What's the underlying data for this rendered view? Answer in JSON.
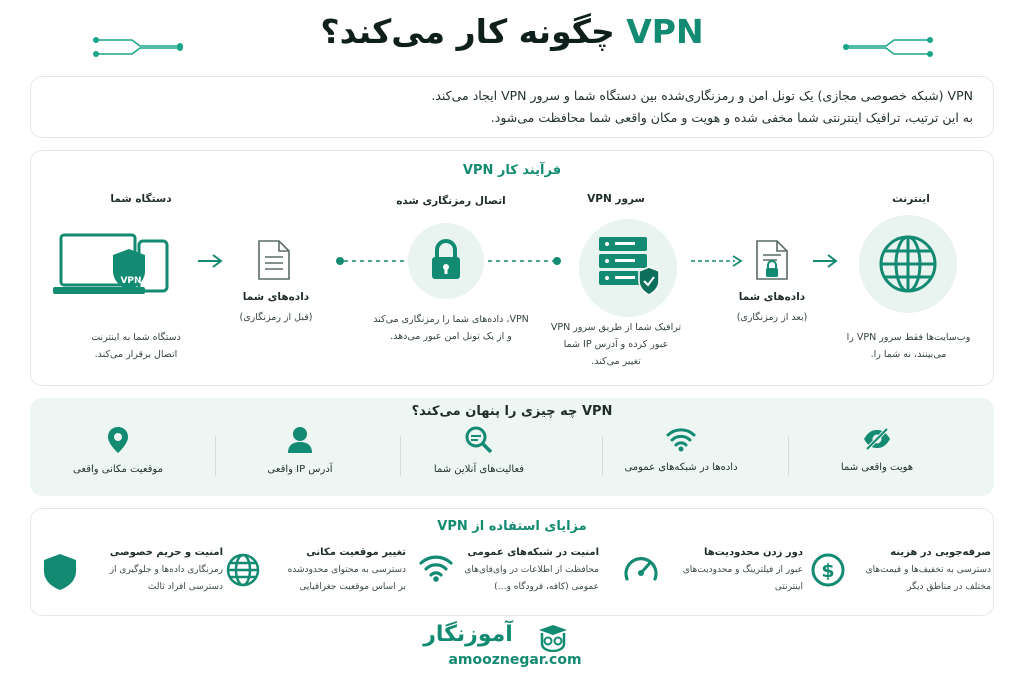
{
  "title": {
    "text_before": "چگونه کار می‌کند؟",
    "vpn": "VPN"
  },
  "intro": {
    "line1": "VPN (شبکه خصوصی مجازی) یک تونل امن و رمزنگاری‌شده بین دستگاه شما و سرور VPN ایجاد می‌کند.",
    "line2": "به این ترتیب، ترافیک اینترنتی شما مخفی شده و هویت و مکان واقعی شما محافظت می‌شود."
  },
  "process": {
    "title": "فرآیند کار VPN",
    "device": {
      "label": "دستگاه شما",
      "badge": "VPN",
      "desc1": "دستگاه شما به اینترنت",
      "desc2": "اتصال برقرار می‌کند."
    },
    "data_before": {
      "label": "داده‌های شما",
      "sub": "(قبل از رمزنگاری)"
    },
    "tunnel": {
      "label": "اتصال رمزنگاری شده",
      "desc1": "VPN، داده‌های شما را رمزنگاری می‌کند",
      "desc2": "و از یک تونل امن عبور می‌دهد."
    },
    "server": {
      "label": "سرور VPN",
      "desc1": "ترافیک شما از طریق سرور VPN",
      "desc2": "عبور کرده و آدرس IP شما",
      "desc3": "تغییر می‌کند."
    },
    "data_after": {
      "label": "داده‌های شما",
      "sub": "(بعد از رمزنگاری)"
    },
    "internet": {
      "label": "اینترنت",
      "desc1": "وب‌سایت‌ها فقط سرور VPN را",
      "desc2": "می‌بینند، نه شما را."
    }
  },
  "hides": {
    "title": "VPN چه چیزی را پنهان می‌کند؟",
    "items": [
      {
        "icon": "location-pin-icon",
        "label": "موقعیت مکانی واقعی"
      },
      {
        "icon": "user-icon",
        "label": "آدرس IP واقعی"
      },
      {
        "icon": "search-activity-icon",
        "label": "فعالیت‌های آنلاین شما"
      },
      {
        "icon": "wifi-icon",
        "label": "داده‌ها در شبکه‌های عمومی"
      },
      {
        "icon": "eye-off-icon",
        "label": "هویت واقعی شما"
      }
    ]
  },
  "benefits": {
    "title": "مزایای استفاده از VPN",
    "items": [
      {
        "icon": "shield-icon",
        "title": "امنیت و حریم خصوصی",
        "d1": "رمزنگاری داده‌ها و جلوگیری از",
        "d2": "دسترسی افراد ثالث"
      },
      {
        "icon": "globe-icon",
        "title": "تغییر موقعیت مکانی",
        "d1": "دسترسی به محتوای محدودشده",
        "d2": "بر اساس موقعیت جغرافیایی"
      },
      {
        "icon": "wifi-icon",
        "title": "امنیت در شبکه‌های عمومی",
        "d1": "محافظت از اطلاعات در وای‌فای‌های",
        "d2": "عمومی (کافه، فرودگاه و…)"
      },
      {
        "icon": "speedometer-icon",
        "title": "دور زدن محدودیت‌ها",
        "d1": "عبور از فیلترینگ و محدودیت‌های",
        "d2": "اینترنتی"
      },
      {
        "icon": "dollar-icon",
        "title": "صرفه‌جویی در هزینه",
        "d1": "دسترسی به تخفیف‌ها و قیمت‌های",
        "d2": "مختلف در مناطق دیگر"
      }
    ]
  },
  "brand": {
    "name": "آموزنگار",
    "url": "amooznegar.com"
  },
  "colors": {
    "accent": "#138a72",
    "light": "#e9f4f1",
    "dark": "#0f1f1c"
  }
}
